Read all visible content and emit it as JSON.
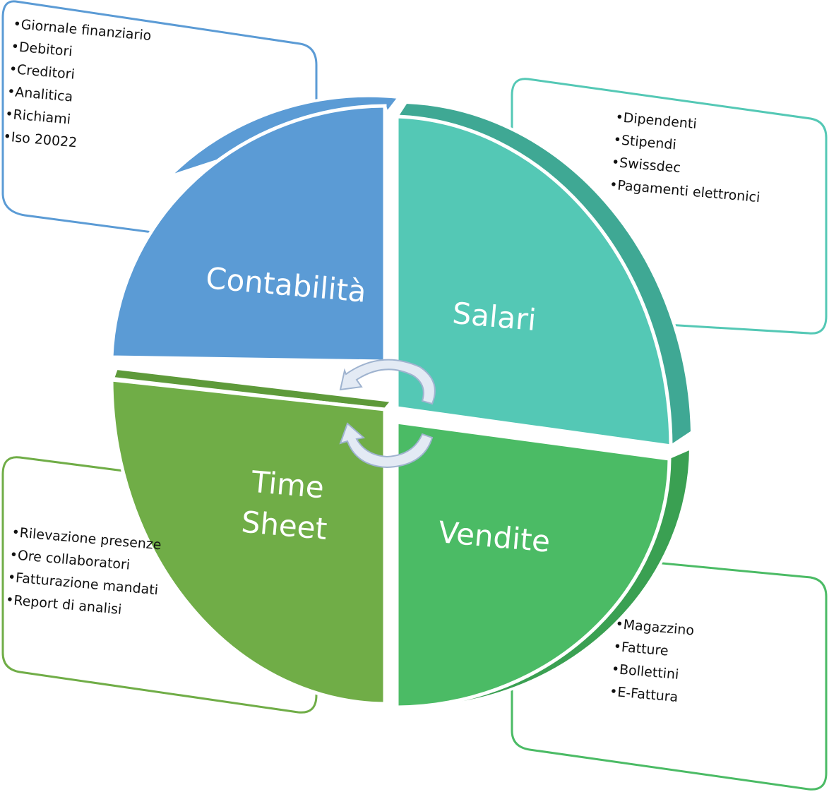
{
  "colors": {
    "contabilita": "#5B9BD5",
    "salari": "#54C8B5",
    "timesheet": "#70AD47",
    "vendite": "#4BBB65"
  },
  "segments": [
    {
      "title": "Contabilità",
      "items": [
        "Giornale finanziario",
        "Debitori",
        "Creditori",
        "Analitica",
        "Richiami",
        "Iso 20022"
      ]
    },
    {
      "title": "Salari",
      "items": [
        "Dipendenti",
        "Stipendi",
        "Swissdec",
        "Pagamenti elettronici"
      ]
    },
    {
      "title": "Time Sheet",
      "items": [
        "Rilevazione presenze",
        "Ore collaboratori",
        "Fatturazione mandati",
        "Report di analisi"
      ]
    },
    {
      "title": "Vendite",
      "items": [
        "Magazzino",
        "Fatture",
        "Bollettini",
        "E-Fattura"
      ]
    }
  ],
  "center_icon": "circular-arrows-icon"
}
